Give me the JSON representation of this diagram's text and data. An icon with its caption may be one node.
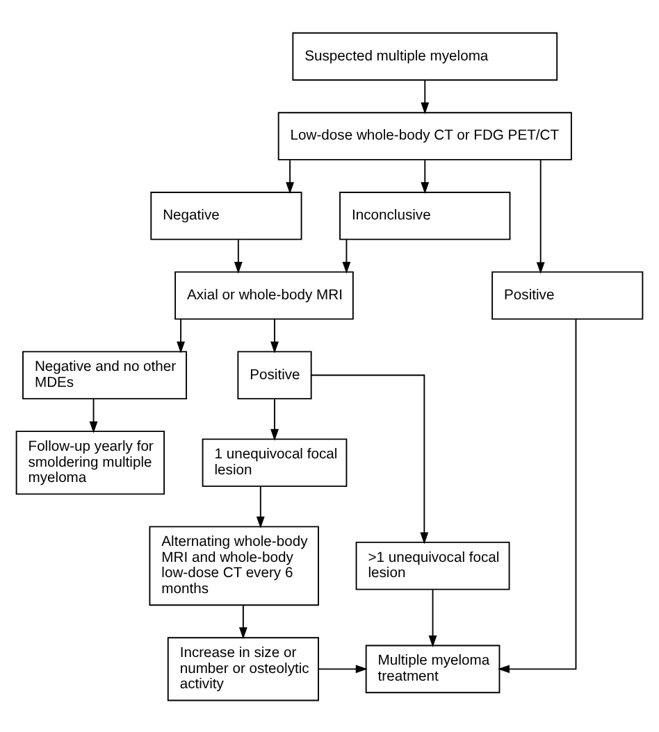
{
  "diagram": {
    "nodes": [
      {
        "text": [
          "Suspected multiple myeloma"
        ]
      },
      {
        "text": [
          "Low-dose whole-body CT or FDG PET/CT"
        ]
      },
      {
        "text": [
          "Negative"
        ]
      },
      {
        "text": [
          "Inconclusive"
        ]
      },
      {
        "text": [
          "Positive"
        ]
      },
      {
        "text": [
          "Axial or whole-body MRI"
        ]
      },
      {
        "text": [
          "Negative and no other MDEs"
        ]
      },
      {
        "text": [
          "Follow-up yearly for smoldering multiple myeloma"
        ]
      },
      {
        "text": [
          "Positive"
        ]
      },
      {
        "text": [
          "1 unequivocal focal lesion"
        ]
      },
      {
        "text": [
          ">1 unequivocal focal lesion"
        ]
      },
      {
        "text": [
          "Alternating whole-body MRI and whole-body low-dose CT every 6 months"
        ]
      },
      {
        "text": [
          "Increase in size or number or osteolytic activity"
        ]
      },
      {
        "text": [
          "Multiple myeloma treatment"
        ]
      }
    ],
    "edges": [
      {
        "from": 0,
        "to": 1,
        "arrow": "to"
      },
      {
        "from": 1,
        "to": 2,
        "arrow": "to"
      },
      {
        "from": 1,
        "to": 3,
        "arrow": "to"
      },
      {
        "from": 1,
        "to": 4,
        "arrow": "to"
      },
      {
        "from": 2,
        "to": 5,
        "arrow": "to"
      },
      {
        "from": 3,
        "to": 5,
        "arrow": "to"
      },
      {
        "from": 5,
        "to": 6,
        "arrow": "to"
      },
      {
        "from": 5,
        "to": 8,
        "arrow": "to"
      },
      {
        "from": 6,
        "to": 7,
        "arrow": "to"
      },
      {
        "from": 8,
        "to": 9,
        "arrow": "to"
      },
      {
        "from": 8,
        "to": 10,
        "arrow": "to"
      },
      {
        "from": 9,
        "to": 11,
        "arrow": "to"
      },
      {
        "from": 11,
        "to": 12,
        "arrow": "to"
      },
      {
        "from": 12,
        "to": 13,
        "arrow": "to"
      },
      {
        "from": 10,
        "to": 13,
        "arrow": "to"
      },
      {
        "from": 4,
        "to": 13,
        "arrow": "to"
      }
    ]
  }
}
